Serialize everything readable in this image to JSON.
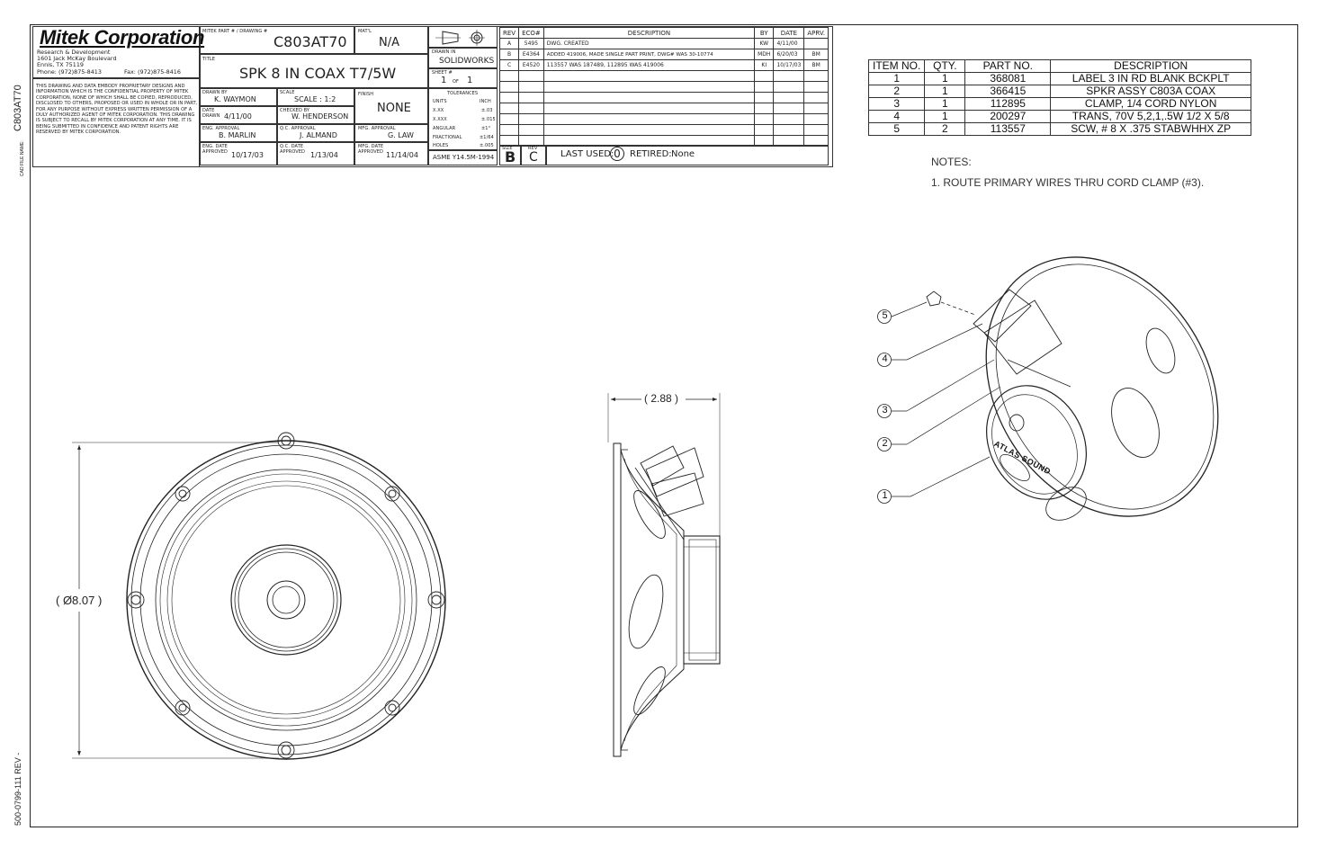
{
  "company": {
    "name": "Mitek Corporation",
    "address_lines": [
      "Research & Development",
      "1601 Jack McKay Boulevard",
      "Ennis, TX 75119"
    ],
    "phone": "Phone: (972)875-8413",
    "fax": "Fax: (972)875-8416",
    "legal_notice": "THIS DRAWING AND DATA EMBODY PROPRIETARY DESIGNS AND INFORMATION WHICH IS THE CONFIDENTIAL PROPERTY OF MITEK CORPORATION, NONE OF WHICH SHALL BE COPIED, REPRODUCED, DISCLOSED TO OTHERS, PROPOSED OR USED IN WHOLE OR IN PART, FOR ANY PURPOSE WITHOUT EXPRESS WRITTEN PERMISSION OF A DULY AUTHORIZED AGENT OF MITEK CORPORATION. THIS DRAWING IS SUBJECT TO RECALL BY MITEK CORPORATION AT ANY TIME. IT IS BEING SUBMITTED IN CONFIDENCE AND PATENT RIGHTS ARE RESERVED BY MITEK CORPORATION."
  },
  "title_block": {
    "part_label": "MITEK PART # / DRAWING #",
    "part_number": "C803AT70",
    "matl_label": "MAT'L",
    "matl": "N/A",
    "title_label": "TITLE",
    "title": "SPK 8 IN COAX T7/5W",
    "drawn_in_label": "DRAWN IN",
    "drawn_in": "SOLIDWORKS",
    "sheet_label": "SHEET #",
    "sheet": "1",
    "sheet_of": "OF",
    "sheet_total": "1",
    "drawn_by_label": "DRAWN BY",
    "drawn_by": "K. WAYMON",
    "scale_label": "SCALE",
    "scale": "SCALE : 1:2",
    "finish_label": "FINISH",
    "finish": "NONE",
    "date_drawn_label": "DATE DRAWN",
    "date_drawn": "4/11/00",
    "checked_by_label": "CHECKED BY",
    "checked_by": "W. HENDERSON",
    "eng_approval_label": "ENG. APPROVAL",
    "eng_approval": "B. MARLIN",
    "qc_approval_label": "Q.C. APPROVAL",
    "qc_approval": "J. ALMAND",
    "mfg_approval_label": "MFG. APPROVAL",
    "mfg_approval": "G. LAW",
    "eng_date_label": "ENG. DATE APPROVED",
    "eng_date": "10/17/03",
    "qc_date_label": "Q.C. DATE APPROVED",
    "qc_date": "1/13/04",
    "mfg_date_label": "MFG. DATE APPROVED",
    "mfg_date": "11/14/04",
    "tolerances_label": "TOLERANCES",
    "units_label": "UNITS",
    "units": "INCH",
    "tolerances": [
      {
        "k": "X.XX",
        "v": "±.03"
      },
      {
        "k": "X.XXX",
        "v": "±.015"
      },
      {
        "k": "ANGULAR",
        "v": "±1°"
      },
      {
        "k": "FRACTIONAL",
        "v": "±1/64"
      },
      {
        "k": "HOLES",
        "v": "±.005"
      }
    ],
    "standard": "ASME Y14.5M-1994",
    "size_label": "SIZE",
    "size": "B",
    "rev_label": "REV",
    "rev": "C",
    "last_used_label": "LAST USED:",
    "last_used": "0",
    "retired_label": "RETIRED:",
    "retired": "None"
  },
  "revisions": {
    "headers": [
      "REV",
      "ECO#",
      "DESCRIPTION",
      "BY",
      "DATE",
      "APRV."
    ],
    "rows": [
      [
        "A",
        "5495",
        "DWG. CREATED",
        "KW",
        "4/11/00",
        ""
      ],
      [
        "B",
        "E4364",
        "ADDED 419006, MADE SINGLE PART PRINT, DWG# WAS 30-10774",
        "MDH",
        "6/20/03",
        "BM"
      ],
      [
        "C",
        "E4520",
        "113557 WAS 187489, 112895 WAS 419006",
        "KI",
        "10/17/03",
        "BM"
      ]
    ]
  },
  "bom": {
    "headers": [
      "ITEM NO.",
      "QTY.",
      "PART NO.",
      "DESCRIPTION"
    ],
    "rows": [
      [
        "1",
        "1",
        "368081",
        "LABEL 3 IN RD BLANK BCKPLT"
      ],
      [
        "2",
        "1",
        "366415",
        "SPKR ASSY C803A COAX"
      ],
      [
        "3",
        "1",
        "112895",
        "CLAMP, 1/4 CORD NYLON"
      ],
      [
        "4",
        "1",
        "200297",
        "TRANS, 70V 5,2,1,.5W  1/2 X 5/8"
      ],
      [
        "5",
        "2",
        "113557",
        "SCW,  # 8   X .375 STABWHHX ZP"
      ]
    ]
  },
  "notes": {
    "heading": "NOTES:",
    "items": [
      "1. ROUTE PRIMARY WIRES THRU CORD CLAMP (#3)."
    ]
  },
  "dimensions": {
    "depth": "( 2.88 )",
    "diameter": "( Ø8.07 )"
  },
  "balloons": [
    "5",
    "4",
    "3",
    "2",
    "1"
  ],
  "label_text": {
    "brand": "ATLAS SOUND"
  },
  "side_text": {
    "cad_file_label": "CAD FILE NAME:",
    "cad_file": "C803AT70",
    "doc_number": "500-0799-111 REV -"
  }
}
